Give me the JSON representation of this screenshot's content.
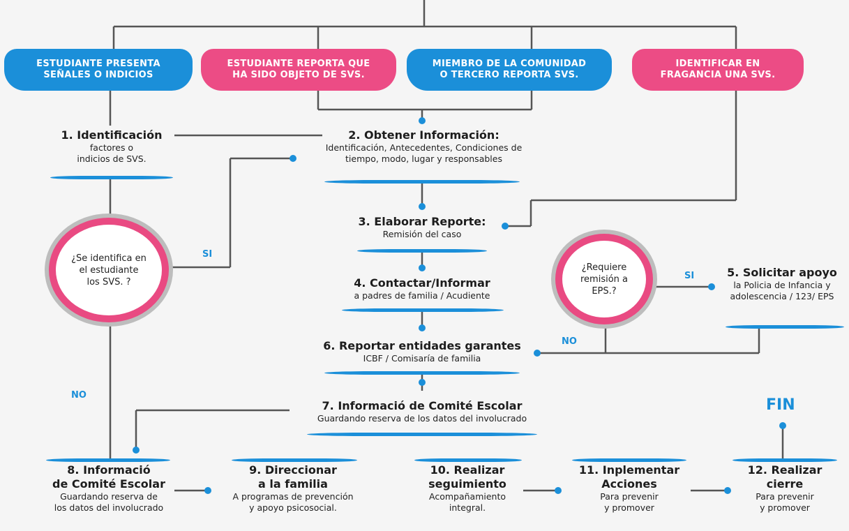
{
  "top_pills": [
    {
      "text": "ESTUDIANTE PRESENTA\nSEÑALES O INDICIOS",
      "color": "blue"
    },
    {
      "text": "ESTUDIANTE REPORTA QUE\nHA SIDO OBJETO DE SVS.",
      "color": "pink"
    },
    {
      "text": "MIEMBRO DE LA COMUNIDAD\nO TERCERO REPORTA SVS.",
      "color": "blue"
    },
    {
      "text": "IDENTIFICAR EN\nFRAGANCIA UNA SVS.",
      "color": "pink"
    }
  ],
  "steps": {
    "s1": {
      "title": "1. Identificación",
      "desc": "factores o\nindicios de SVS."
    },
    "s2": {
      "title": "2. Obtener Información:",
      "desc": "Identificación, Antecedentes, Condiciones de\ntiempo, modo, lugar y responsables"
    },
    "s3": {
      "title": "3. Elaborar Reporte:",
      "desc": "Remisión del caso"
    },
    "s4": {
      "title": "4. Contactar/Informar",
      "desc": "a padres de familia / Acudiente"
    },
    "s5": {
      "title": "5. Solicitar apoyo",
      "desc": "la Policia de Infancia y\nadolescencia / 123/ EPS"
    },
    "s6": {
      "title": "6. Reportar entidades garantes",
      "desc": "ICBF / Comisaría de familia"
    },
    "s7": {
      "title": "7. Informació de Comité Escolar",
      "desc": "Guardando reserva de los datos del involucrado"
    },
    "s8": {
      "title": "8. Informació\nde Comité Escolar",
      "desc": "Guardando reserva de\nlos datos del involucrado"
    },
    "s9": {
      "title": "9. Direccionar\na la familia",
      "desc": "A programas de prevención\ny apoyo psicosocial."
    },
    "s10": {
      "title": "10. Realizar\nseguimiento",
      "desc": "Acompañamiento\nintegral."
    },
    "s11": {
      "title": "11. Inplementar\nAcciones",
      "desc": "Para prevenir\ny promover"
    },
    "s12": {
      "title": "12. Realizar\ncierre",
      "desc": "Para prevenir\ny promover"
    }
  },
  "decisions": {
    "d1": "¿Se identifica en\nel estudiante\nlos SVS. ?",
    "d2": "¿Requiere\nremisión a\nEPS.?"
  },
  "labels": {
    "si1": "SI",
    "no1": "NO",
    "si2": "SI",
    "no2": "NO",
    "fin": "FIN"
  },
  "colors": {
    "blue": "#1b8fd9",
    "pink": "#ec4c85",
    "line": "#555555"
  }
}
